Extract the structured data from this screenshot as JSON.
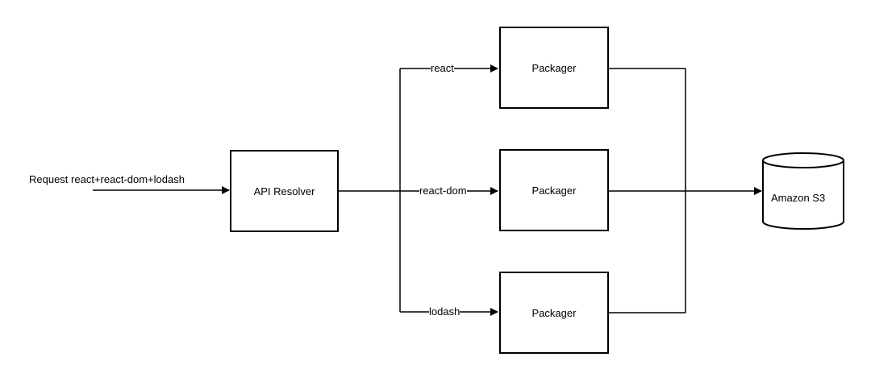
{
  "request_label": "Request react+react-dom+lodash",
  "resolver": {
    "label": "API Resolver"
  },
  "packagers": [
    {
      "edge_label": "react",
      "label": "Packager"
    },
    {
      "edge_label": "react-dom",
      "label": "Packager"
    },
    {
      "edge_label": "lodash",
      "label": "Packager"
    }
  ],
  "storage": {
    "label": "Amazon S3"
  },
  "colors": {
    "stroke": "#000000",
    "background": "#ffffff"
  }
}
